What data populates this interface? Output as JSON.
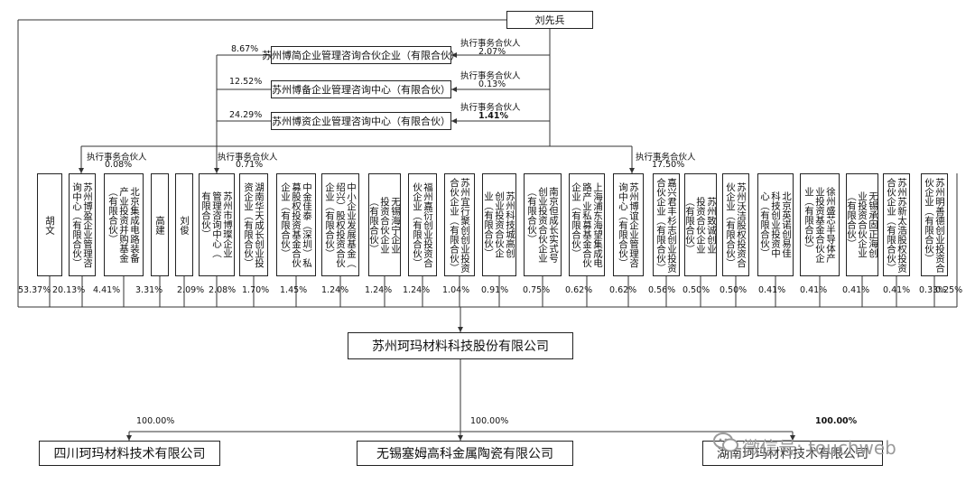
{
  "top_person": "刘先兵",
  "partnerships": [
    {
      "name": "苏州博简企业管理咨询合伙企业（有限合伙）",
      "liu_role": "执行事务合伙人",
      "liu_pct": "2.07%",
      "parent_pct": "8.67%"
    },
    {
      "name": "苏州博备企业管理咨询中心（有限合伙）",
      "liu_role": "执行事务合伙人",
      "liu_pct": "0.13%",
      "parent_pct": "12.52%"
    },
    {
      "name": "苏州博资企业管理咨询中心（有限合伙）",
      "liu_role": "执行事务合伙人",
      "liu_pct": "1.41%",
      "parent_pct": "24.29%"
    }
  ],
  "gp_labels": [
    {
      "role": "执行事务合伙人",
      "pct": "0.08%"
    },
    {
      "role": "执行事务合伙人",
      "pct": "0.71%"
    },
    {
      "role": "执行事务合伙人",
      "pct": "17.50%"
    }
  ],
  "shareholders": [
    {
      "name": "胡文",
      "pct": "53.37%"
    },
    {
      "name": "苏州博盈企业管理咨询中心（有限合伙）",
      "pct": "20.13%"
    },
    {
      "name": "北京集成电路装备产业投资并购基金（有限合伙）",
      "pct": "4.41%"
    },
    {
      "name": "高建",
      "pct": "3.31%"
    },
    {
      "name": "刘俊",
      "pct": "2.09%"
    },
    {
      "name": "苏州市博璨企业管理咨询中心（有限合伙）",
      "pct": "2.08%"
    },
    {
      "name": "湖南华天成长创业投资企业（有限合伙）",
      "pct": "1.70%"
    },
    {
      "name": "中金佳泰（深圳）私募股权投资基金合伙企业（有限合伙）",
      "pct": "1.45%"
    },
    {
      "name": "中小企业发展基金（绍兴）股权投资合伙企业（有限合伙）",
      "pct": "1.24%"
    },
    {
      "name": "无锡海宁企业投资合伙企业（有限合伙）",
      "pct": "1.24%"
    },
    {
      "name": "福州嘉衍创业投资合伙企业（有限合伙）",
      "pct": "1.24%"
    },
    {
      "name": "苏州宜行聚创创业投资合伙企业（有限合伙）",
      "pct": "1.04%"
    },
    {
      "name": "苏州科技城高创创业投资合伙企业（有限合伙）",
      "pct": "0.91%"
    },
    {
      "name": "南京但成长实式号创业投资合伙企业（有限合伙）",
      "pct": "0.75%"
    },
    {
      "name": "上海浦东海望集成电路产业私募基金合伙企业（有限合伙）",
      "pct": "0.62%"
    },
    {
      "name": "苏州博谊企业管理咨询中心（有限合伙）",
      "pct": "0.62%"
    },
    {
      "name": "嘉兴君丰杉志创业投资合伙企业（有限合伙）",
      "pct": "0.56%"
    },
    {
      "name": "苏州致诚创业投资合伙企业（有限合伙）",
      "pct": "0.50%"
    },
    {
      "name": "苏州沃洁股权投资合伙企业（有限合伙）",
      "pct": "0.50%"
    },
    {
      "name": "北京英诺创易佳科技创业投资中心（有限合伙）",
      "pct": "0.41%"
    },
    {
      "name": "徐州盛芯半导体产业投资基金合伙企业（有限合伙）",
      "pct": "0.41%"
    },
    {
      "name": "无锡承固正海创业投资合伙企业（有限合伙）",
      "pct": "0.41%"
    },
    {
      "name": "苏州苏新太浩股权投资合伙企业（有限合伙）",
      "pct": "0.41%"
    },
    {
      "name": "苏州明善德创业投资合伙企业（有限合伙）",
      "pct": "0.33%"
    }
  ],
  "last_pct": "0.25%",
  "company": "苏州珂玛材料科技股份有限公司",
  "subsidiaries": [
    {
      "name": "四川珂玛材料技术有限公司",
      "pct": "100.00%"
    },
    {
      "name": "无锡塞姆高科金属陶瓷有限公司",
      "pct": "100.00%"
    },
    {
      "name": "湖南珂玛材料技术有限公司",
      "pct": "100.00%"
    }
  ],
  "watermark": "微信号: touchweb"
}
